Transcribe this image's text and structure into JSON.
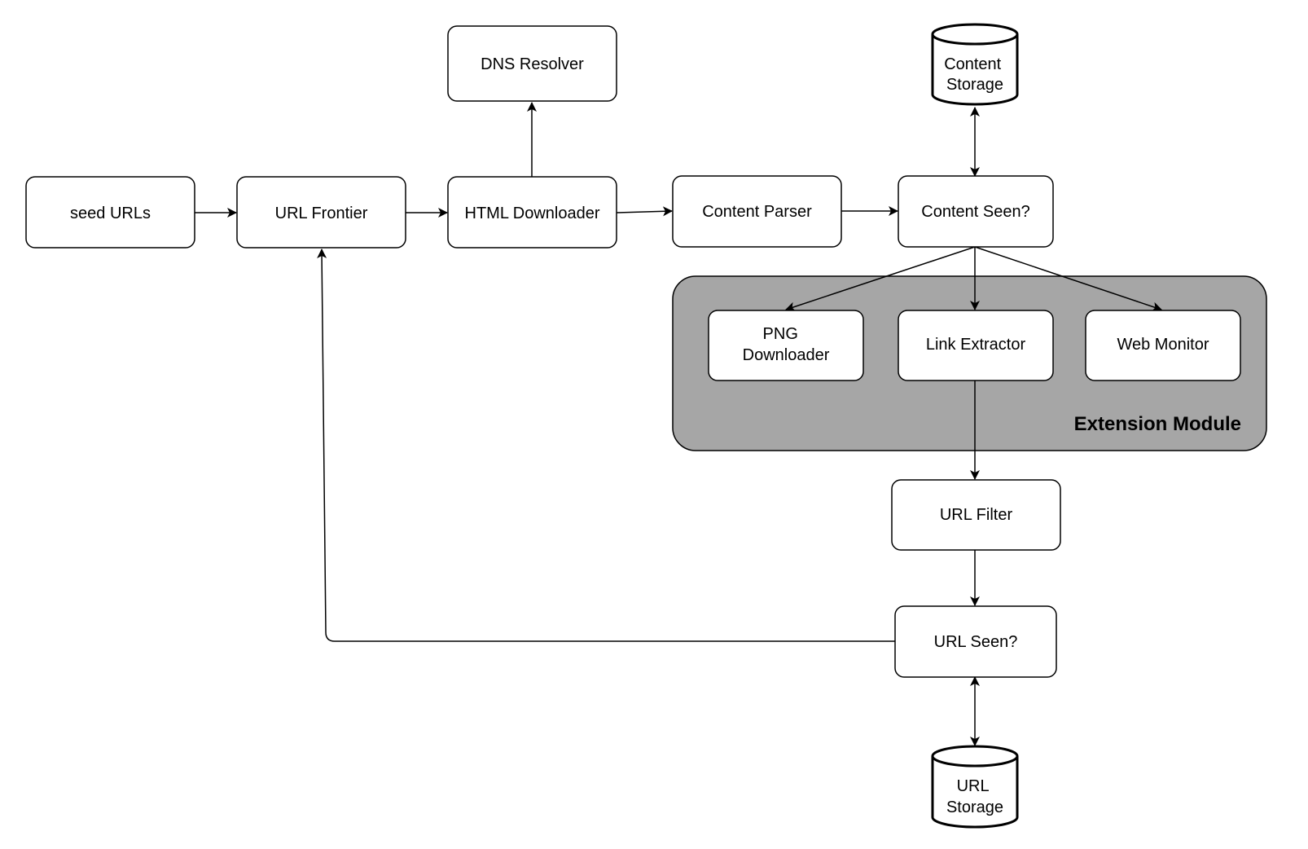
{
  "nodes": {
    "seed_urls": "seed URLs",
    "url_frontier": "URL Frontier",
    "html_downloader": "HTML Downloader",
    "dns_resolver": "DNS Resolver",
    "content_parser": "Content Parser",
    "content_seen": "Content Seen?",
    "content_storage": [
      "Content",
      "Storage"
    ],
    "png_downloader": [
      "PNG",
      "Downloader"
    ],
    "link_extractor": "Link Extractor",
    "web_monitor": "Web Monitor",
    "url_filter": "URL Filter",
    "url_seen": "URL Seen?",
    "url_storage": [
      "URL",
      "Storage"
    ]
  },
  "groups": {
    "extension_module": "Extension Module"
  },
  "colors": {
    "group_fill": "#a6a6a6",
    "stroke": "#000000",
    "node_fill": "#ffffff"
  }
}
